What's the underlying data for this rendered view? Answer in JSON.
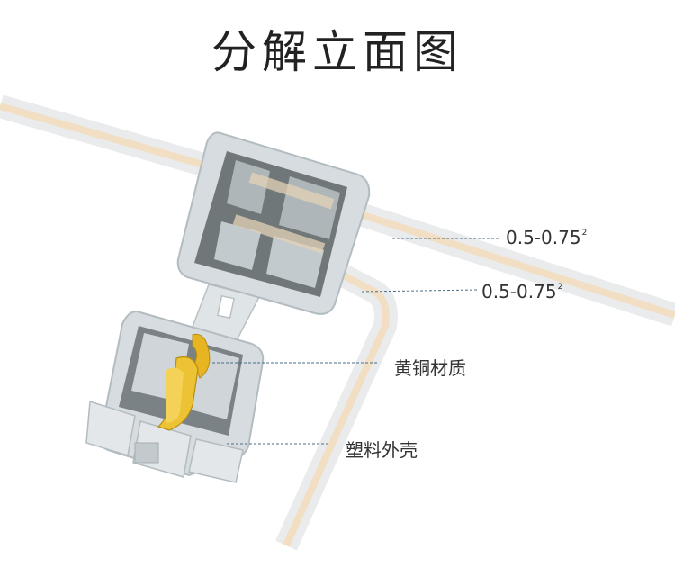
{
  "title": "分解立面图",
  "callouts": [
    {
      "text": "0.5-0.75",
      "sup": "2"
    },
    {
      "text": "0.5-0.75",
      "sup": "2"
    },
    {
      "text": "黄铜材质"
    },
    {
      "text": "塑料外壳"
    }
  ],
  "colors": {
    "wire_sheath": "#e9ebec",
    "wire_core": "#f2dfc3",
    "housing": "#d6dcdf",
    "housing_shadow": "#6f7779",
    "brass": "#e6b521",
    "leader_line": "#4a6d86"
  }
}
